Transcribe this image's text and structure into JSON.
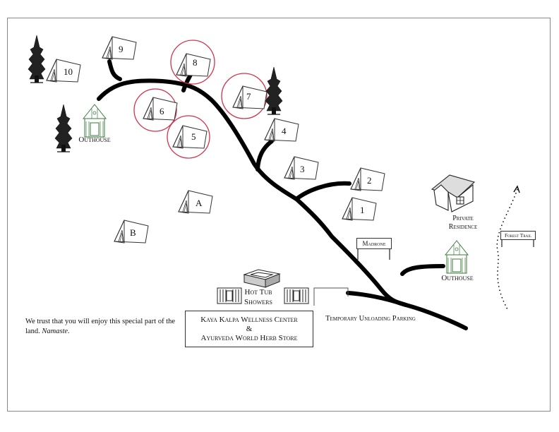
{
  "campsites": [
    {
      "id": "1",
      "circled": false
    },
    {
      "id": "2",
      "circled": false
    },
    {
      "id": "3",
      "circled": false
    },
    {
      "id": "4",
      "circled": false
    },
    {
      "id": "5",
      "circled": true
    },
    {
      "id": "6",
      "circled": true
    },
    {
      "id": "7",
      "circled": true
    },
    {
      "id": "8",
      "circled": true
    },
    {
      "id": "9",
      "circled": false
    },
    {
      "id": "10",
      "circled": false
    },
    {
      "id": "A",
      "circled": false
    },
    {
      "id": "B",
      "circled": false
    }
  ],
  "labels": {
    "outhouse_left": "Outhouse",
    "outhouse_right": "Outhouse",
    "private_residence": "Private Residence",
    "forest_trail": "Forest Trail",
    "madrone": "Madrone",
    "hot_tub": "Hot Tub",
    "showers": "Showers",
    "temporary_parking": "Temporary Unloading Parking"
  },
  "center_sign": {
    "line1": "Kaya Kalpa Wellness Center",
    "line2": "&",
    "line3": "Ayurveda World Herb Store"
  },
  "welcome": {
    "text": "We trust that you will enjoy this special part of the land.",
    "emphasis": "Namaste."
  },
  "colors": {
    "road": "#000000",
    "circle": "#d0344c",
    "outhouse": "#3a7a3a"
  }
}
